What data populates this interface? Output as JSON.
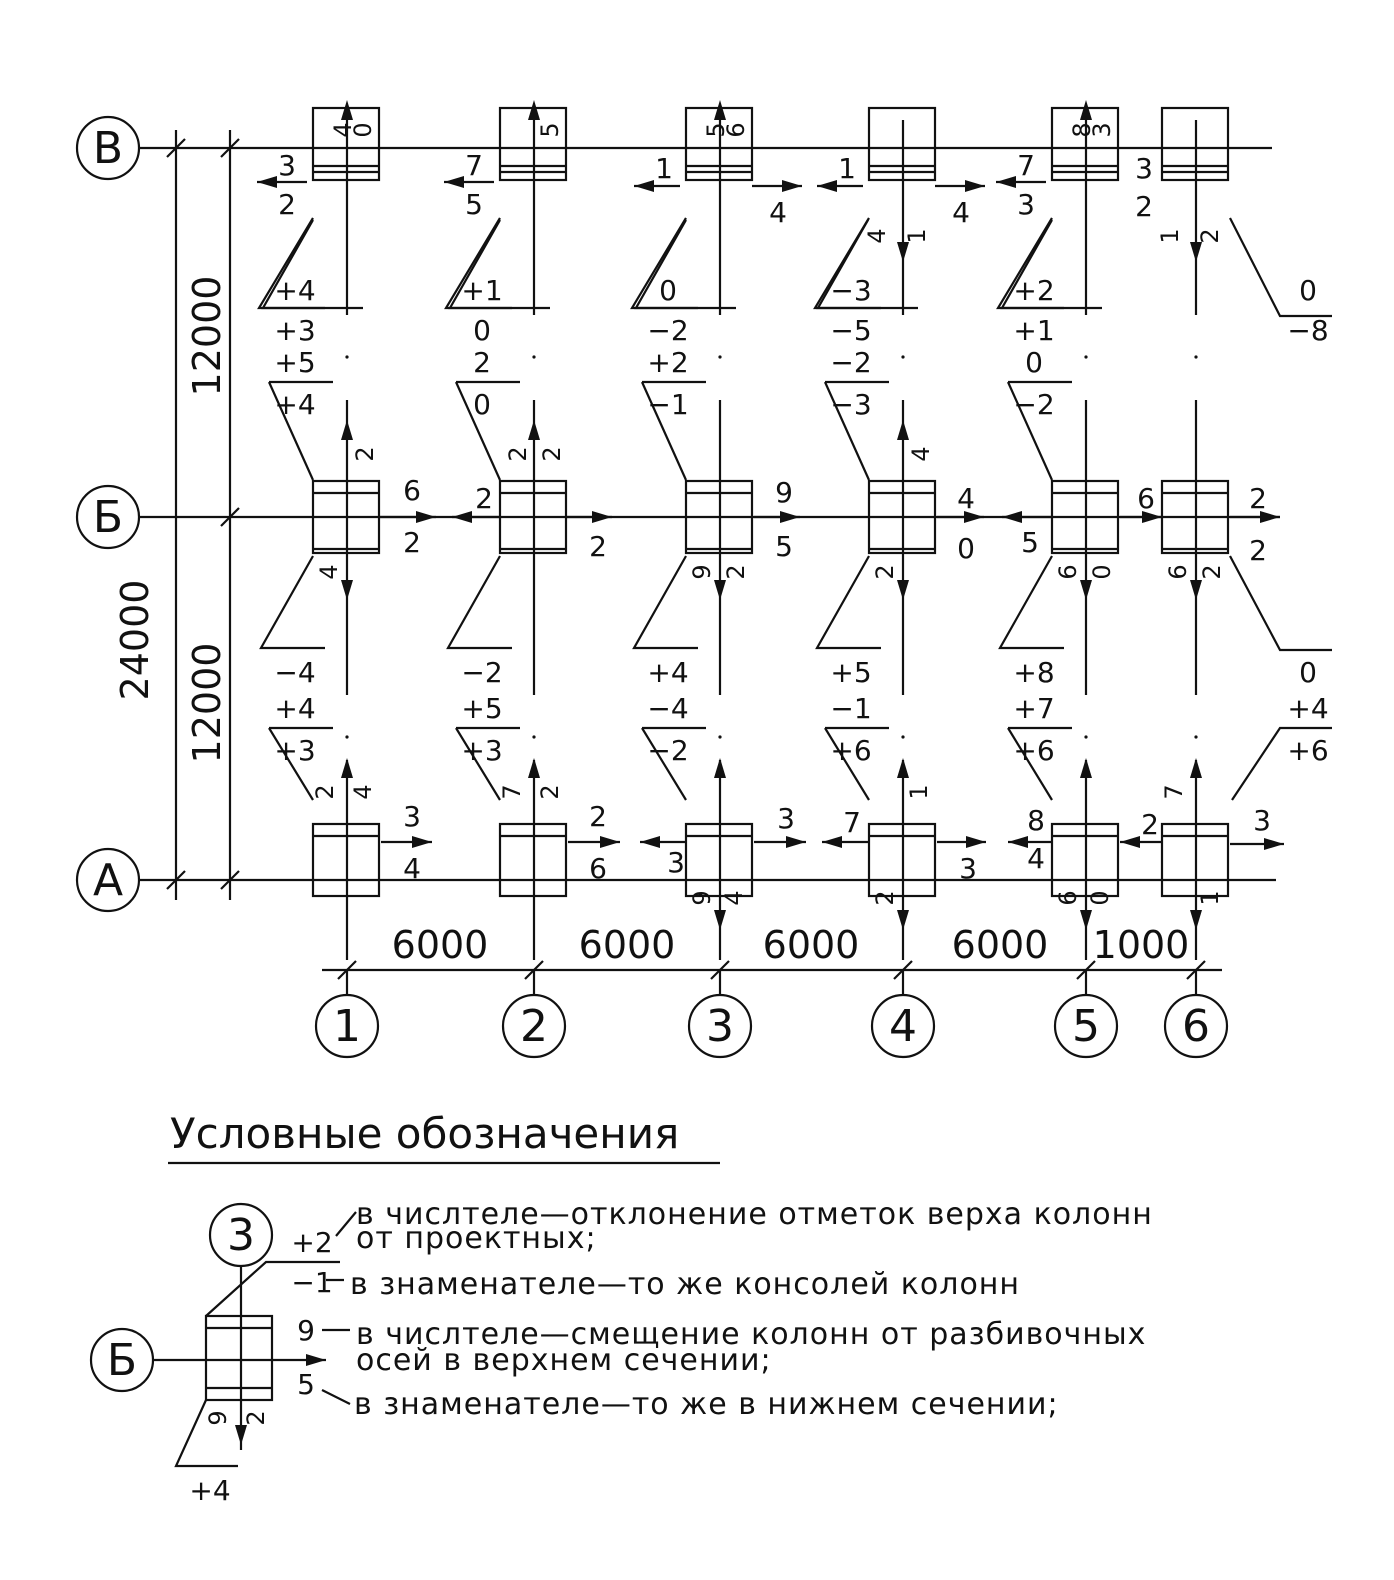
{
  "axes": {
    "rows": {
      "v": "В",
      "b": "Б",
      "a": "А"
    },
    "cols": [
      "1",
      "2",
      "3",
      "4",
      "5",
      "6"
    ]
  },
  "dims": {
    "total": "24000",
    "half_top": "12000",
    "half_bottom": "12000",
    "spans": [
      "6000",
      "6000",
      "6000",
      "6000",
      "1000"
    ]
  },
  "elevations": {
    "v": [
      {
        "num": "+4",
        "den": "+3"
      },
      {
        "num": "+1",
        "den": "0"
      },
      {
        "num": "0",
        "den": "−2"
      },
      {
        "num": "−3",
        "den": "−5"
      },
      {
        "num": "+2",
        "den": "+1"
      },
      {
        "num": "0",
        "den": "−8"
      }
    ],
    "b_top": [
      {
        "num": "+5",
        "den": "+4"
      },
      {
        "num": "2",
        "den": "0"
      },
      {
        "num": "+2",
        "den": "−1"
      },
      {
        "num": "−2",
        "den": "−3"
      },
      {
        "num": "0",
        "den": "−2"
      }
    ],
    "b_bottom": [
      {
        "num": "−4",
        "den": "+4"
      },
      {
        "num": "−2",
        "den": "+5"
      },
      {
        "num": "+4",
        "den": "−4"
      },
      {
        "num": "+5",
        "den": "−1"
      },
      {
        "num": "+8",
        "den": "+7"
      },
      {
        "num": "0",
        "den": "+4"
      }
    ],
    "a": [
      {
        "num": "+3"
      },
      {
        "num": "+3"
      },
      {
        "num": "−2"
      },
      {
        "num": "+6"
      },
      {
        "num": "+6"
      },
      {
        "num": "+6"
      }
    ]
  },
  "shifts": {
    "v_top": [
      {
        "a": "4",
        "b": "0"
      },
      {
        "a": "",
        "b": "5"
      },
      {
        "a": "5",
        "b": "6"
      },
      {
        "a": "",
        "b": ""
      },
      {
        "a": "8",
        "b": "3"
      },
      {
        "a": "",
        "b": ""
      }
    ],
    "v_side": [
      {
        "top": "3",
        "bot": "2"
      },
      {
        "top": "7",
        "bot": "5"
      },
      {
        "top": "1",
        "bot": "4"
      },
      {
        "top": "1",
        "bot": "4"
      },
      {
        "top": "7",
        "bot": "3"
      },
      {
        "top": "3",
        "bot": "2"
      }
    ],
    "v_bot": [
      {
        "a": "",
        "b": ""
      },
      {
        "a": "",
        "b": ""
      },
      {
        "a": "",
        "b": ""
      },
      {
        "a": "4",
        "b": "1"
      },
      {
        "a": "",
        "b": ""
      },
      {
        "a": "1",
        "b": "2"
      }
    ],
    "b_top": [
      {
        "a": "",
        "b": "2"
      },
      {
        "a": "2",
        "b": "2"
      },
      {
        "a": "",
        "b": ""
      },
      {
        "a": "",
        "b": "4"
      },
      {
        "a": "",
        "b": ""
      },
      {
        "a": "",
        "b": ""
      }
    ],
    "b_side": [
      {
        "top": "6",
        "bot": "2"
      },
      {
        "top": "2",
        "bot": "2"
      },
      {
        "top": "9",
        "bot": "5"
      },
      {
        "top": "4",
        "bot": "0"
      },
      {
        "top": "5",
        "bot": ""
      },
      {
        "top": "6",
        "bot": ""
      },
      {
        "top": "2",
        "bot": "2"
      }
    ],
    "b_bot": [
      {
        "a": "4",
        "b": ""
      },
      {
        "a": "",
        "b": ""
      },
      {
        "a": "9",
        "b": "2"
      },
      {
        "a": "2",
        "b": ""
      },
      {
        "a": "6",
        "b": "0"
      },
      {
        "a": "6",
        "b": "2"
      }
    ],
    "a_top": [
      {
        "a": "2",
        "b": "4"
      },
      {
        "a": "7",
        "b": "2"
      },
      {
        "a": "",
        "b": ""
      },
      {
        "a": "",
        "b": "1"
      },
      {
        "a": "",
        "b": ""
      },
      {
        "a": "7",
        "b": ""
      }
    ],
    "a_side": [
      {
        "top": "3",
        "bot": "4"
      },
      {
        "top": "2",
        "bot": "6"
      },
      {
        "top": "3",
        "bot": "3"
      },
      {
        "top": "7",
        "bot": "3"
      },
      {
        "top": "8",
        "bot": "4"
      },
      {
        "top": "2",
        "bot": ""
      },
      {
        "top": "3",
        "bot": ""
      }
    ],
    "a_bot": [
      {
        "a": "",
        "b": ""
      },
      {
        "a": "",
        "b": ""
      },
      {
        "a": "9",
        "b": "4"
      },
      {
        "a": "2",
        "b": ""
      },
      {
        "a": "6",
        "b": "0"
      },
      {
        "a": "",
        "b": "1"
      }
    ]
  },
  "legend": {
    "title": "Условные обозначения",
    "axis_col": "3",
    "axis_row": "Б",
    "elev_num": "+2",
    "elev_den": "−1",
    "shift_top": "9",
    "shift_bot": "5",
    "shift_down_a": "9",
    "shift_down_b": "2",
    "bottom_val": "+4",
    "line1": "в числтеле—отклонение отметок верха колонн",
    "line1b": "от проектных;",
    "line2": "в знаменателе—то же консолей колонн",
    "line3": "в числтеле—смещение колонн от разбивочных",
    "line3b": "осей в верхнем сечении;",
    "line4": "в знаменателе—то же в нижнем сечении;"
  }
}
